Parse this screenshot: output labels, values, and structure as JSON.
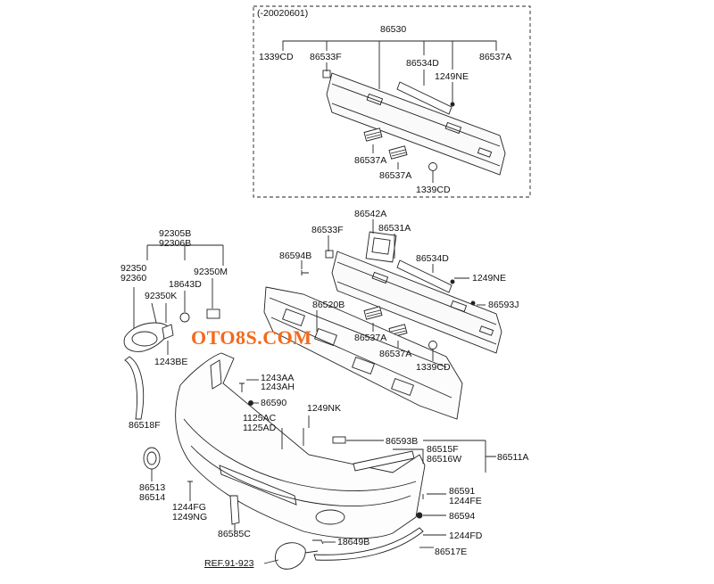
{
  "watermark": "OTO8S.COM",
  "inset_note": "(-20020601)",
  "labels": {
    "inset_assembly": "86530",
    "inset_bolt_left": "1339CD",
    "inset_clip": "86533F",
    "inset_strip": "86534D",
    "inset_screw": "1249NE",
    "inset_bracket_right": "86537A",
    "inset_bracket_1": "86537A",
    "inset_bracket_2": "86537A",
    "inset_bolt_bottom": "1339CD",
    "beam_bracket_top": "86542A",
    "beam_clip": "86533F",
    "beam_rail": "86531A",
    "beam_pin": "86594B",
    "beam_strip": "86534D",
    "beam_screw": "1249NE",
    "beam_absorber": "86520B",
    "beam_clip_right": "86593J",
    "beam_bracket_1": "86537A",
    "beam_bracket_2": "86537A",
    "beam_bolt": "1339CD",
    "lamp_assy_1": "92305B",
    "lamp_assy_2": "92306B",
    "lamp_left_1": "92350",
    "lamp_left_2": "92360",
    "lamp_bulb": "18643D",
    "lamp_socket": "92350M",
    "lamp_bracket": "92350K",
    "lamp_bolt": "1243BE",
    "molding_left": "86518F",
    "cover_left_1": "86513",
    "cover_left_2": "86514",
    "screw_low_1": "1244FG",
    "screw_low_2": "1249NG",
    "reflector": "86585C",
    "ref_note": "REF.91-923",
    "bulb_lower": "18649B",
    "molding_lower": "86517E",
    "bolt_1243_1": "1243AA",
    "bolt_1243_2": "1243AH",
    "nut_86590": "86590",
    "nut_1125_1": "1125AC",
    "nut_1125_2": "1125AD",
    "screw_1249nk": "1249NK",
    "clip_86593b": "86593B",
    "insert_1": "86515F",
    "insert_2": "86516W",
    "bumper_assy": "86511A",
    "screw_right_1": "86591",
    "screw_right_2": "1244FE",
    "nut_right": "86594",
    "screw_1244fd": "1244FD"
  }
}
